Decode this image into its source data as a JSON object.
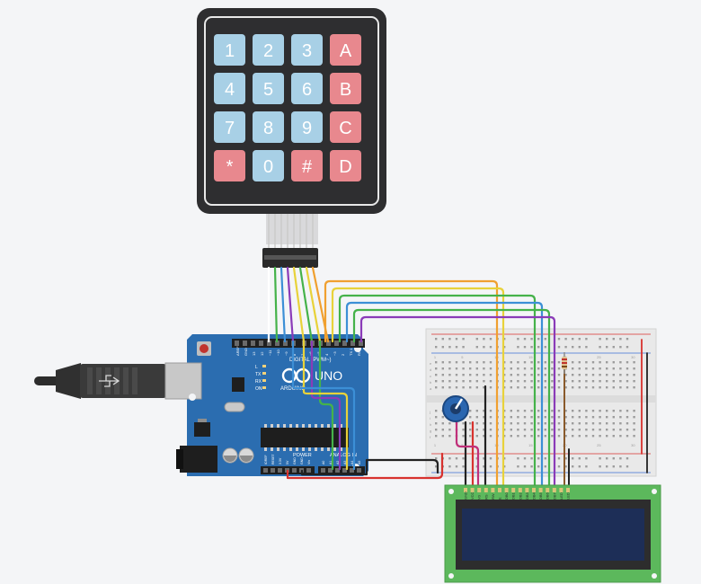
{
  "keypad": {
    "keys": [
      {
        "label": "1",
        "kind": "digit"
      },
      {
        "label": "2",
        "kind": "digit"
      },
      {
        "label": "3",
        "kind": "digit"
      },
      {
        "label": "A",
        "kind": "letter"
      },
      {
        "label": "4",
        "kind": "digit"
      },
      {
        "label": "5",
        "kind": "digit"
      },
      {
        "label": "6",
        "kind": "digit"
      },
      {
        "label": "B",
        "kind": "letter"
      },
      {
        "label": "7",
        "kind": "digit"
      },
      {
        "label": "8",
        "kind": "digit"
      },
      {
        "label": "9",
        "kind": "digit"
      },
      {
        "label": "C",
        "kind": "letter"
      },
      {
        "label": "*",
        "kind": "letter"
      },
      {
        "label": "0",
        "kind": "digit"
      },
      {
        "label": "#",
        "kind": "letter"
      },
      {
        "label": "D",
        "kind": "letter"
      }
    ]
  },
  "arduino": {
    "model": "UNO",
    "brand": "ARDUINO",
    "digital_label": "DIGITAL (PWM~)",
    "power_label": "POWER",
    "analog_label": "ANALOG IN",
    "digital_pins": [
      "AREF",
      "GND",
      "13",
      "12",
      "~11",
      "~10",
      "~9",
      "8",
      "7",
      "~6",
      "~5",
      "4",
      "~3",
      "2",
      "TX 1",
      "RX 0"
    ],
    "power_pins": [
      "IOREF",
      "RESET",
      "3.3V",
      "5V",
      "GND",
      "GND",
      "Vin"
    ],
    "analog_pins": [
      "A0",
      "A1",
      "A2",
      "A3",
      "A4",
      "A5"
    ],
    "side_labels": [
      "L",
      "TX",
      "RX",
      "ON"
    ]
  },
  "breadboard": {
    "column_numbers": [
      "1",
      "5",
      "10",
      "15",
      "20",
      "25",
      "30"
    ],
    "row_letters": [
      "a",
      "b",
      "c",
      "d",
      "e",
      "f",
      "g",
      "h",
      "i",
      "j"
    ]
  },
  "lcd": {
    "pin_labels": [
      "GND",
      "VCC",
      "V0",
      "RS",
      "RW",
      "E",
      "DB0",
      "DB1",
      "DB2",
      "DB3",
      "DB4",
      "DB5",
      "DB6",
      "DB7",
      "LED",
      "LED"
    ]
  },
  "colors": {
    "digit_key": "#a8d0e6",
    "letter_key": "#e8888e",
    "keypad_body": "#2e2e30",
    "arduino_pcb": "#2b6db0",
    "lcd_pcb": "#5cb85c",
    "lcd_screen": "#1d2e57",
    "wire_orange": "#f0a030",
    "wire_yellow": "#e8d23a",
    "wire_green": "#45b24a",
    "wire_blue": "#3c8fd6",
    "wire_purple": "#8a3bb8",
    "wire_red": "#d8322e",
    "wire_black": "#222222",
    "wire_brown": "#8a5a2b",
    "wire_magenta": "#c0307a"
  },
  "icons": [
    "usb-cable-icon",
    "potentiometer-icon",
    "resistor-icon",
    "reset-button-icon",
    "capacitor-icon",
    "voltage-regulator-icon",
    "crystal-icon",
    "dip-chip-icon",
    "ribbon-connector-icon"
  ]
}
